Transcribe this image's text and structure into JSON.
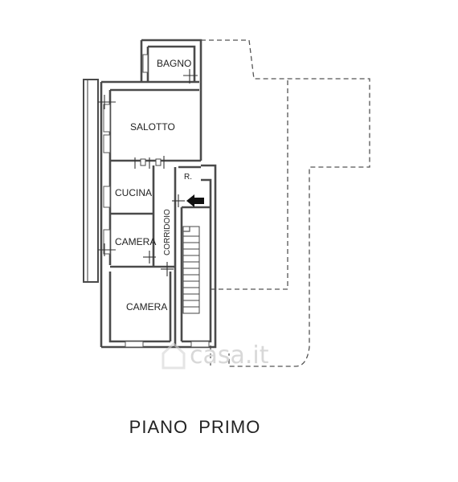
{
  "rooms": {
    "bagno": "BAGNO",
    "salotto": "SALOTTO",
    "cucina": "CUCINA",
    "camera_1": "CAMERA",
    "camera_2": "CAMERA",
    "corridoio": "CORRIDOIO",
    "ripostiglio": "R."
  },
  "floor_title": "PIANO  PRIMO",
  "watermark": "casa.it",
  "icons": {
    "entrance_arrow": "left-arrow-icon",
    "watermark_logo": "house-logo-icon"
  },
  "colors": {
    "walls": "#4a4a4a",
    "background": "#ffffff",
    "watermark": "#d8d8d8"
  }
}
